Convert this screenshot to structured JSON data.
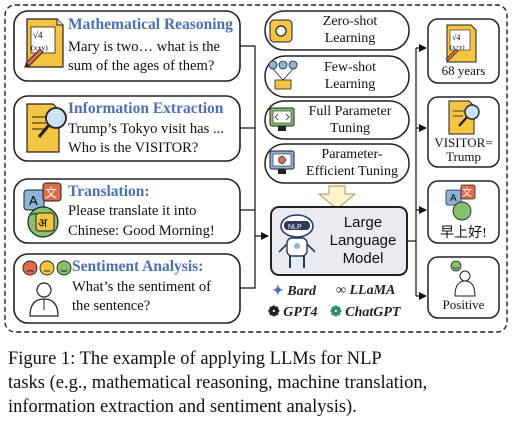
{
  "tasks": [
    {
      "title": "Mathematical Reasoning",
      "text": [
        "Mary is two… what is the",
        "sum of the ages of them?"
      ],
      "icon": "math-icon"
    },
    {
      "title": "Information Extraction",
      "text": [
        "Trump’s Tokyo visit has ...",
        "Who is the VISITOR?"
      ],
      "icon": "document-search-icon"
    },
    {
      "title": "Translation:",
      "text_parts": [
        [
          "Please ",
          "translate",
          " it into"
        ],
        [
          "Chinese: Good Morning!"
        ]
      ],
      "icon": "translation-icon"
    },
    {
      "title": "Sentiment Analysis:",
      "text": [
        "What’s the sentiment of",
        "the sentence?"
      ],
      "icon": "sentiment-icon"
    }
  ],
  "methods": [
    {
      "label": [
        "Zero-shot",
        "Learning"
      ],
      "icon": "gear-icon"
    },
    {
      "label": [
        "Few-shot",
        "Learning"
      ],
      "icon": "network-gears-icon"
    },
    {
      "label": [
        "Full Parameter",
        "Tuning"
      ],
      "icon": "monitor-code-icon"
    },
    {
      "label": [
        "Parameter-",
        "Efficient Tuning"
      ],
      "icon": "monitor-gear-icon"
    }
  ],
  "llm": {
    "label": [
      "Large",
      "Language",
      "Model"
    ],
    "icon": "robot-icon"
  },
  "models": [
    {
      "name": "Bard",
      "icon": "sparkle-icon"
    },
    {
      "name": "LLaMA",
      "icon": "llama-icon"
    },
    {
      "name": "GPT4",
      "icon": "openai-icon"
    },
    {
      "name": "ChatGPT",
      "icon": "openai-icon"
    }
  ],
  "outputs": [
    {
      "label": "68 years",
      "icon": "math-icon"
    },
    {
      "label": [
        "VISITOR=",
        "Trump"
      ],
      "icon": "document-search-icon"
    },
    {
      "label": "早上好!",
      "icon": "translation-icon"
    },
    {
      "label": "Positive",
      "icon": "positive-person-icon"
    }
  ],
  "caption": [
    "Figure 1:  The example of applying LLMs for NLP",
    "tasks (e.g., mathematical reasoning, machine translation,",
    "information extraction and sentiment analysis)."
  ],
  "icon_text": {
    "sqrt": "√4",
    "xy": "(x+y)",
    "math": "√4",
    "a_glyph": "A",
    "wen_glyph": "文",
    "hindi_glyph": "अ"
  },
  "colors": {
    "title": "#4e6fb3",
    "box_border": "#222222",
    "llm_fill": "#e8ebf0",
    "arrow_fill": "#fff3c9",
    "arrow_stroke": "#b8a57a",
    "icon_yellow": "#f4c542",
    "icon_blue": "#8ab4d8",
    "icon_green": "#86c06f",
    "icon_red": "#e06a4c"
  }
}
